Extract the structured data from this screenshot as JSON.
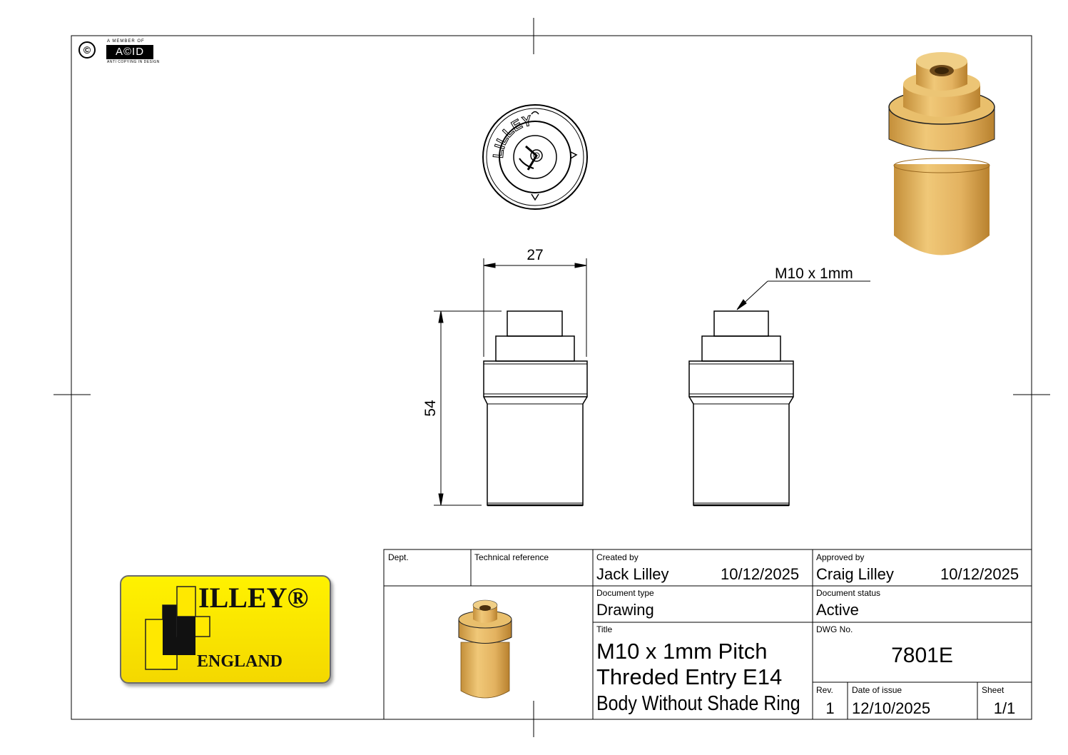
{
  "drawing": {
    "dim_width": "27",
    "dim_height": "54",
    "thread_callout": "M10  x 1mm",
    "end_view_text": "LILLEY"
  },
  "badges": {
    "copyright_symbol": "©",
    "acid_top": "A MEMBER OF",
    "acid_logo": "A©ID",
    "acid_bottom": "ANTI COPYING IN DESIGN"
  },
  "logo": {
    "name": "ILLEY®",
    "country": "ENGLAND",
    "background_color": "#ffe800"
  },
  "title_block": {
    "dept_label": "Dept.",
    "dept_value": "",
    "tech_ref_label": "Technical reference",
    "tech_ref_value": "",
    "created_by_label": "Created by",
    "created_by_name": "Jack Lilley",
    "created_by_date": "10/12/2025",
    "approved_by_label": "Approved by",
    "approved_by_name": "Craig Lilley",
    "approved_by_date": "10/12/2025",
    "doc_type_label": "Document type",
    "doc_type_value": "Drawing",
    "doc_status_label": "Document status",
    "doc_status_value": "Active",
    "title_label": "Title",
    "title_line1": "M10 x 1mm Pitch",
    "title_line2": "Threded Entry E14",
    "title_line3": "Body Without Shade Ring",
    "dwg_no_label": "DWG No.",
    "dwg_no_value": "7801E",
    "rev_label": "Rev.",
    "rev_value": "1",
    "date_of_issue_label": "Date of issue",
    "date_of_issue_value": "12/10/2025",
    "sheet_label": "Sheet",
    "sheet_value": "1/1"
  },
  "colors": {
    "brass": "#e8b960",
    "brass_dark": "#c48f3a",
    "line": "#000000"
  }
}
